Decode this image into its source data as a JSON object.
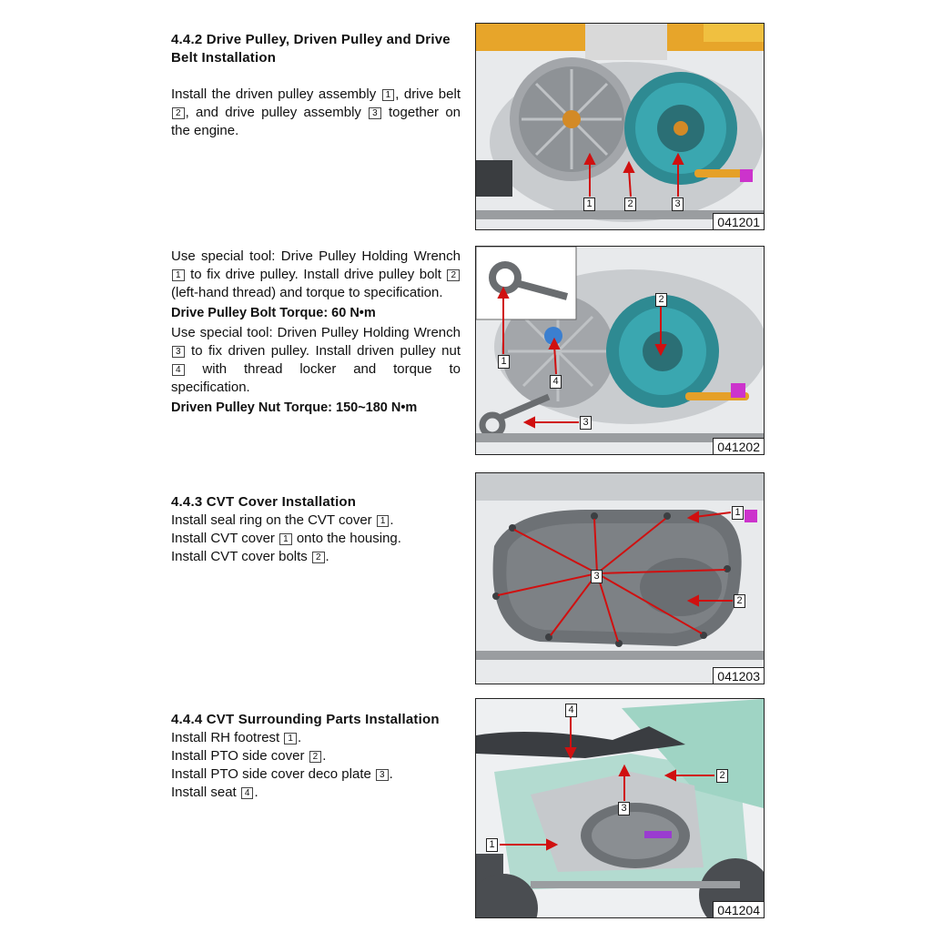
{
  "section_442": {
    "title": "4.4.2 Drive Pulley, Driven Pulley and Drive Belt Installation",
    "p1": [
      "Install the driven pulley assembly ",
      "1",
      ", drive belt ",
      "2",
      ", and drive pulley assembly ",
      "3",
      " together on the engine."
    ],
    "p2": [
      "Use special tool: Drive Pulley Holding Wrench ",
      "1",
      " to fix drive pulley. Install drive pulley bolt ",
      "2",
      " (left-hand thread) and torque to specification."
    ],
    "torque1": "Drive Pulley Bolt Torque: 60 N•m",
    "p3": [
      "Use special tool: Driven Pulley Holding Wrench ",
      "3",
      " to fix driven pulley. Install driven pulley nut ",
      "4",
      " with thread locker and torque to specification."
    ],
    "torque2": "Driven Pulley Nut Torque: 150~180 N•m"
  },
  "section_443": {
    "title": "4.4.3 CVT Cover Installation",
    "lines": [
      [
        "Install seal ring on the CVT cover ",
        "1",
        "."
      ],
      [
        "Install CVT cover ",
        "1",
        " onto the housing."
      ],
      [
        "Install CVT cover bolts ",
        "2",
        "."
      ]
    ]
  },
  "section_444": {
    "title": "4.4.4 CVT Surrounding Parts Installation",
    "lines": [
      [
        "Install RH footrest ",
        "1",
        "."
      ],
      [
        "Install PTO side cover ",
        "2",
        "."
      ],
      [
        "Install PTO side cover deco plate ",
        "3",
        "."
      ],
      [
        "Install seat ",
        "4",
        "."
      ]
    ]
  },
  "figures": [
    {
      "code": "041201",
      "labels": [
        "1",
        "2",
        "3"
      ]
    },
    {
      "code": "041202",
      "labels": [
        "1",
        "2",
        "3",
        "4"
      ]
    },
    {
      "code": "041203",
      "labels": [
        "1",
        "2",
        "3"
      ]
    },
    {
      "code": "041204",
      "labels": [
        "1",
        "2",
        "3",
        "4"
      ]
    }
  ]
}
